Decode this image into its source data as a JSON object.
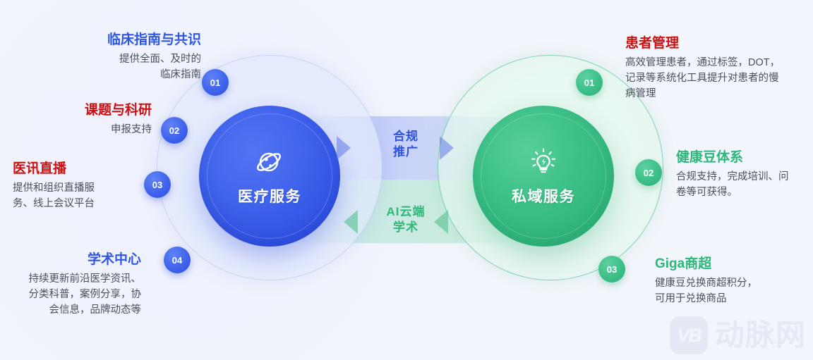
{
  "theme": {
    "background": "#f3f5fc",
    "blue": "#3f63ec",
    "green": "#3cc087",
    "red": "#cb1111",
    "body_text": "#4a4f5c"
  },
  "center": {
    "left_node": {
      "label": "医疗服务",
      "icon": "planet-orbit-icon",
      "color": "#3f63ec"
    },
    "right_node": {
      "label": "私域服务",
      "icon": "lightbulb-bolt-icon",
      "color": "#3cc087"
    },
    "flow_top": {
      "label": "合规\n推广",
      "direction": "left-to-right",
      "color": "#2f52e0"
    },
    "flow_bottom": {
      "label": "AI云端\n学术",
      "direction": "right-to-left",
      "color": "#2fb877"
    }
  },
  "left_items": [
    {
      "number": "01",
      "heading": "临床指南与共识",
      "heading_color": "blue",
      "body": "提供全面、及时的\n临床指南"
    },
    {
      "number": "02",
      "heading": "课题与科研",
      "heading_color": "red",
      "body": "申报支持"
    },
    {
      "number": "03",
      "heading": "医讯直播",
      "heading_color": "red",
      "body": "提供和组织直播服\n务、线上会议平台"
    },
    {
      "number": "04",
      "heading": "学术中心",
      "heading_color": "blue",
      "body": "持续更新前沿医学资讯、\n分类科普，案例分享，协\n会信息，品牌动态等"
    }
  ],
  "right_items": [
    {
      "number": "01",
      "heading": "患者管理",
      "heading_color": "red",
      "body": "高效管理患者，通过标签，DOT，\n记录等系统化工具提升对患者的慢\n病管理"
    },
    {
      "number": "02",
      "heading": "健康豆体系",
      "heading_color": "green",
      "body": "合规支持，完成培训、问\n卷等可获得。"
    },
    {
      "number": "03",
      "heading": "Giga商超",
      "heading_color": "green",
      "body": "健康豆兑换商超积分，\n可用于兑换商品"
    }
  ],
  "watermark": {
    "mark": "VB",
    "text": "动脉网"
  }
}
